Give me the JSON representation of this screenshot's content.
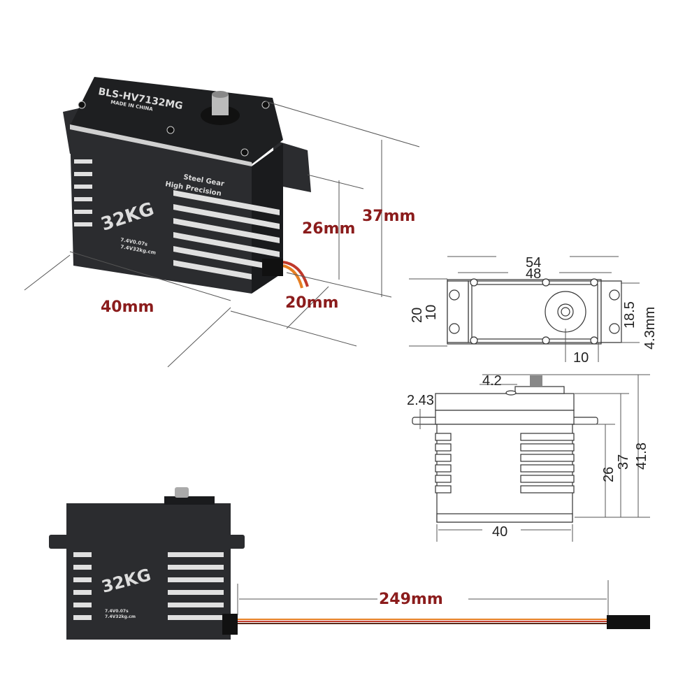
{
  "product": {
    "model": "BLS-HV7132MG",
    "origin": "MADE IN CHINA",
    "feature_line1": "Steel Gear",
    "feature_line2": "High Precision",
    "torque_badge": "32KG",
    "spec_speed": "7.4V0.07s",
    "spec_torque": "7.4V32kg.cm"
  },
  "photo_dimensions": {
    "height_total": "37mm",
    "height_body": "26mm",
    "length": "40mm",
    "width": "20mm",
    "cable_length": "249mm"
  },
  "top_view": {
    "overall_length": "54",
    "hole_spacing": "48",
    "width": "20",
    "slot_offset": "10",
    "hole_pitch": "18.5",
    "hole_diameter": "4.3mm",
    "shaft_offset": "10"
  },
  "side_view": {
    "spline_offset": "4.2",
    "flange_thickness": "2.43",
    "below_flange": "26",
    "case_height": "37",
    "total_height": "41.8",
    "length": "40"
  }
}
